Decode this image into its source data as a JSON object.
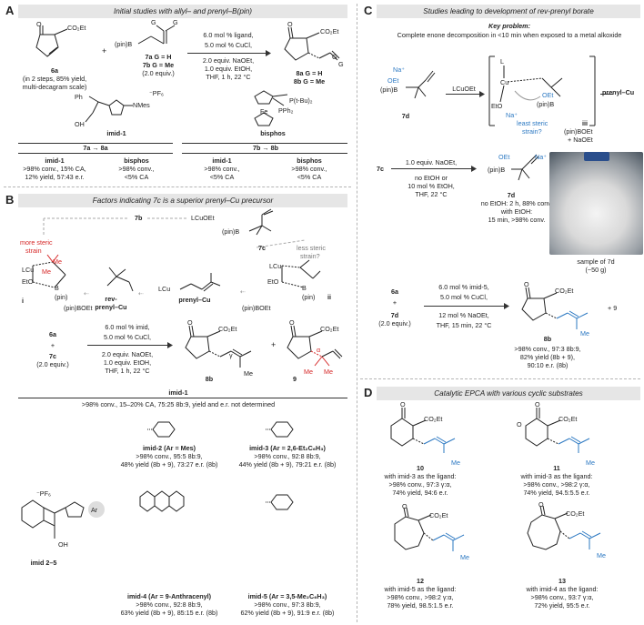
{
  "panelA": {
    "letter": "A",
    "banner": "Initial studies with allyl– and prenyl–B(pin)",
    "sm_label": "6a",
    "sm_note1": "(in 2 steps, 85% yield,",
    "sm_note2": "multi-decagram scale)",
    "boronate_label1": "7a G = H",
    "boronate_label2": "7b G = Me",
    "boronate_equiv": "(2.0 equiv.)",
    "cond1": "6.0 mol % ligand,",
    "cond2": "5.0 mol % CuCl,",
    "cond3": "2.0 equiv. NaOEt,",
    "cond4": "1.0 equiv. EtOH,",
    "cond5": "THF, 1 h, 22 °C",
    "prod_label1": "8a G = H",
    "prod_label2": "8b G = Me",
    "ligand1_name": "imid-1",
    "ligand2_name": "bisphos",
    "head_left": "7a → 8a",
    "head_right": "7b → 8b",
    "rows_left": [
      {
        "name": "imid-1",
        "l1": ">98% conv., 15% CA,",
        "l2": "12% yield, 57:43 e.r."
      },
      {
        "name": "bisphos",
        "l1": ">98% conv.,",
        "l2": "<5% CA"
      }
    ],
    "rows_right": [
      {
        "name": "imid-1",
        "l1": ">98% conv.,",
        "l2": "<5% CA"
      },
      {
        "name": "bisphos",
        "l1": ">98% conv.,",
        "l2": "<5% CA"
      }
    ]
  },
  "panelB": {
    "letter": "B",
    "banner": "Factors indicating 7c is a superior prenyl–Cu precursor",
    "lbl_7b": "7b",
    "lbl_lcuoet": "LCuOEt",
    "lbl_7c": "7c",
    "more_steric1": "more steric",
    "more_steric2": "strain",
    "less_steric1": "less steric",
    "less_steric2": "strain?",
    "lbl_i": "i",
    "lbl_ii": "ii",
    "lbl_pinboet1": "(pin)BOEt",
    "lbl_pinboet2": "(pin)BOEt",
    "lbl_rev1": "rev-",
    "lbl_rev2": "prenyl–Cu",
    "lbl_prenylcu": "prenyl–Cu",
    "rxn_sm1": "6a",
    "rxn_plus": "+",
    "rxn_sm2": "7c",
    "rxn_sm2_equiv": "(2.0 equiv.)",
    "cond1": "6.0 mol % imid,",
    "cond2": "5.0 mol % CuCl,",
    "cond3": "2.0 equiv. NaOEt,",
    "cond4": "1.0 equiv. EtOH,",
    "cond5": "THF, 1 h, 22 °C",
    "prod1": "8b",
    "prod2": "9",
    "gamma": "γ",
    "alpha": "α",
    "imid1_title": "imid-1",
    "imid1_result": ">98% conv., 15–20% CA, 75:25 8b:9, yield and e.r. not determined",
    "imid_general": "imid 2–5",
    "ar_label": "Ar",
    "pf6": "⁻PF₆",
    "results": [
      {
        "title": "imid-2 (Ar = Mes)",
        "l1": ">98% conv., 95:5 8b:9,",
        "l2": "48% yield (8b + 9), 73:27 e.r. (8b)"
      },
      {
        "title": "imid-3 (Ar = 2,6-Et₂C₆H₃)",
        "l1": ">98% conv., 92:8 8b:9,",
        "l2": "44% yield (8b + 9), 79:21 e.r. (8b)"
      },
      {
        "title": "imid-4 (Ar = 9-Anthracenyl)",
        "l1": ">98% conv., 92:8 8b:9,",
        "l2": "63% yield (8b + 9), 85:15 e.r. (8b)"
      },
      {
        "title": "imid-5 (Ar = 3,5-Me₂C₆H₃)",
        "l1": ">98% conv., 97:3 8b:9,",
        "l2": "62% yield (8b + 9), 91:9 e.r. (8b)"
      }
    ]
  },
  "panelC": {
    "letter": "C",
    "banner": "Studies leading to development of rev-prenyl borate",
    "key_problem": "Key problem:",
    "key_text": "Complete enone decomposition in <10 min when exposed to a metal alkoxide",
    "lbl_7d": "7d",
    "lbl_lcuoet": "LCuOEt",
    "lbl_iii": "iii",
    "least_steric1": "least steric",
    "least_steric2": "strain?",
    "prenyl_cu": "prenyl–Cu",
    "byproduct1": "(pin)BOEt",
    "byproduct2": "+ NaOEt",
    "step_sm": "7c",
    "step_c1": "1.0 equiv. NaOEt,",
    "step_c2": "no EtOH or",
    "step_c3": "10 mol % EtOH,",
    "step_c4": "THF, 22 °C",
    "step_prod": "7d",
    "step_r1": "no EtOH: 2 h, 88% conv.",
    "step_r2": "with EtOH:",
    "step_r3": "15 min, >98% conv.",
    "photo_caption1": "sample of 7d",
    "photo_caption2": "(~50 g)",
    "rxn_sm1": "6a",
    "rxn_plus": "+",
    "rxn_sm2": "7d",
    "rxn_sm2_equiv": "(2.0 equiv.)",
    "rxn_c1": "6.0 mol % imid-5,",
    "rxn_c2": "5.0 mol % CuCl,",
    "rxn_c3": "12 mol % NaOEt,",
    "rxn_c4": "THF, 15 min, 22 °C",
    "rxn_prod": "8b",
    "rxn_plus9": "+ 9",
    "rxn_r1": ">98% conv., 97:3 8b:9,",
    "rxn_r2": "82% yield (8b + 9),",
    "rxn_r3": "90:10 e.r. (8b)"
  },
  "panelD": {
    "letter": "D",
    "banner": "Catalytic EPCA with various cyclic substrates",
    "items": [
      {
        "num": "10",
        "l1": "with imid-3 as the ligand:",
        "l2": ">98% conv., 97:3 γ:α,",
        "l3": "74% yield, 94:6 e.r."
      },
      {
        "num": "11",
        "l1": "with imid-3 as the ligand:",
        "l2": ">98% conv., >98:2 γ:α,",
        "l3": "74% yield, 94.5:5.5 e.r."
      },
      {
        "num": "12",
        "l1": "with imid-5 as the ligand:",
        "l2": ">98% conv., >98:2 γ:α,",
        "l3": "78% yield, 98.5:1.5 e.r."
      },
      {
        "num": "13",
        "l1": "with imid-4 as the ligand:",
        "l2": ">98% conv., 93:7 γ:α,",
        "l3": "72% yield, 95:5 e.r."
      }
    ]
  },
  "common": {
    "co2et": "CO₂Et",
    "me": "Me",
    "pinb": "(pin)B",
    "na": "Na⁺",
    "oet": "OEt",
    "pf6": "⁻PF₆",
    "o": "O",
    "g": "G",
    "fe": "Fe",
    "pph2": "PPh₂",
    "ptbu": "P(t-Bu)₂",
    "ph": "Ph",
    "oh": "OH",
    "nmes": "NMes",
    "l": "L",
    "cu": "Cu",
    "eto": "EtO",
    "lcu": "LCu",
    "pin": "(pin)",
    "b": "B"
  }
}
